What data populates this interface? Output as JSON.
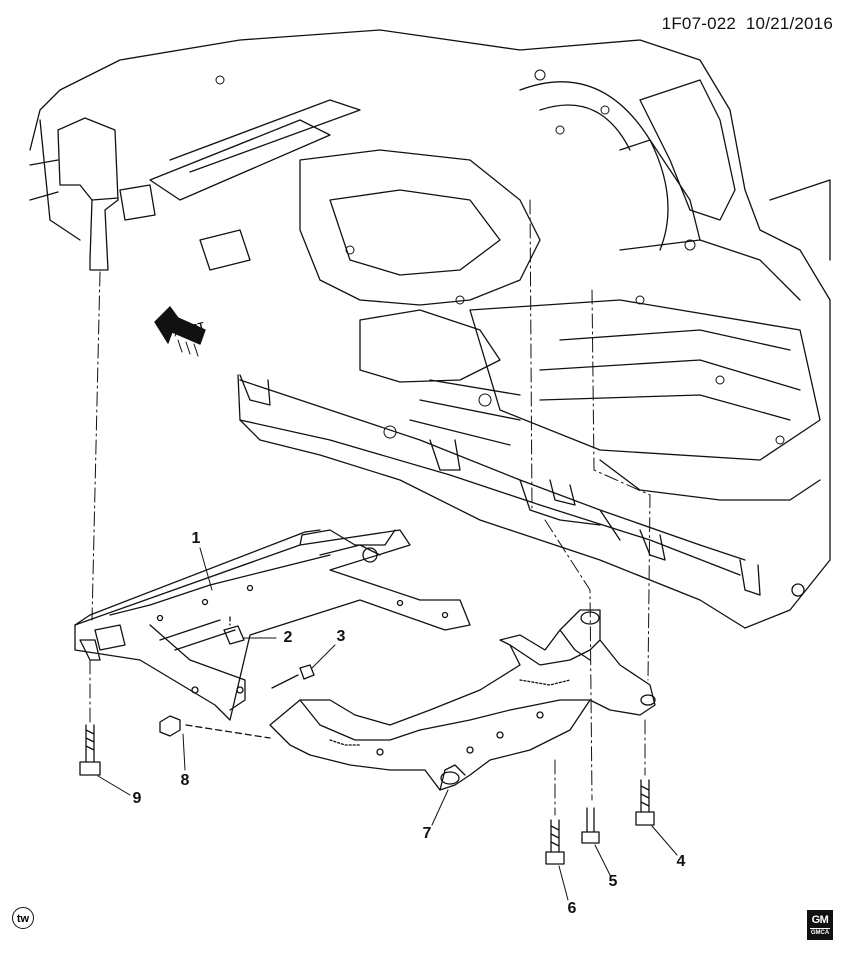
{
  "header": {
    "code": "1F07-022",
    "date": "10/21/2016"
  },
  "direction_arrow": {
    "label": "FRT"
  },
  "callouts": [
    "1",
    "2",
    "3",
    "4",
    "5",
    "6",
    "7",
    "8",
    "9"
  ],
  "footer": {
    "tw_badge": "tw",
    "gm_logo_top": "GM",
    "gm_logo_bottom": "GMCA"
  },
  "colors": {
    "line": "#111111",
    "background": "#ffffff"
  }
}
